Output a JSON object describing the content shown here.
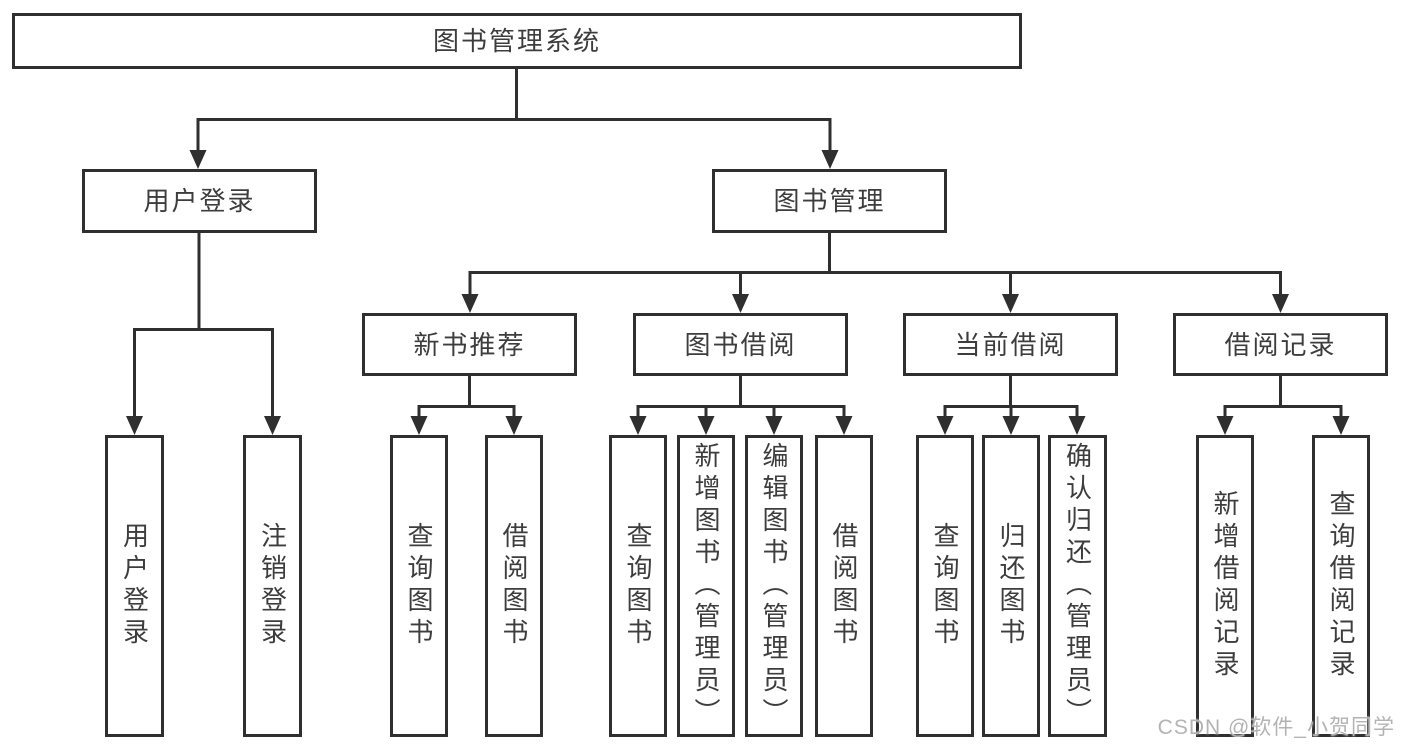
{
  "tree": {
    "root": {
      "label": "图书管理系统"
    },
    "branches": [
      {
        "label": "用户登录",
        "children": [
          {
            "label": "用户登录"
          },
          {
            "label": "注销登录"
          }
        ]
      },
      {
        "label": "图书管理",
        "children": [
          {
            "label": "新书推荐",
            "children": [
              {
                "label": "查询图书"
              },
              {
                "label": "借阅图书"
              }
            ]
          },
          {
            "label": "图书借阅",
            "children": [
              {
                "label": "查询图书"
              },
              {
                "label": "新增图书（管理员）"
              },
              {
                "label": "编辑图书（管理员）"
              },
              {
                "label": "借阅图书"
              }
            ]
          },
          {
            "label": "当前借阅",
            "children": [
              {
                "label": "查询图书"
              },
              {
                "label": "归还图书"
              },
              {
                "label": "确认归还（管理员）"
              }
            ]
          },
          {
            "label": "借阅记录",
            "children": [
              {
                "label": "新增借阅记录"
              },
              {
                "label": "查询借阅记录"
              }
            ]
          }
        ]
      }
    ]
  },
  "watermark": {
    "text": "CSDN @软件_小贺同学"
  },
  "colors": {
    "line": "#2f2f2f",
    "text": "#3d3d3d",
    "watermark": "#b3b3b3",
    "background": "#ffffff"
  }
}
